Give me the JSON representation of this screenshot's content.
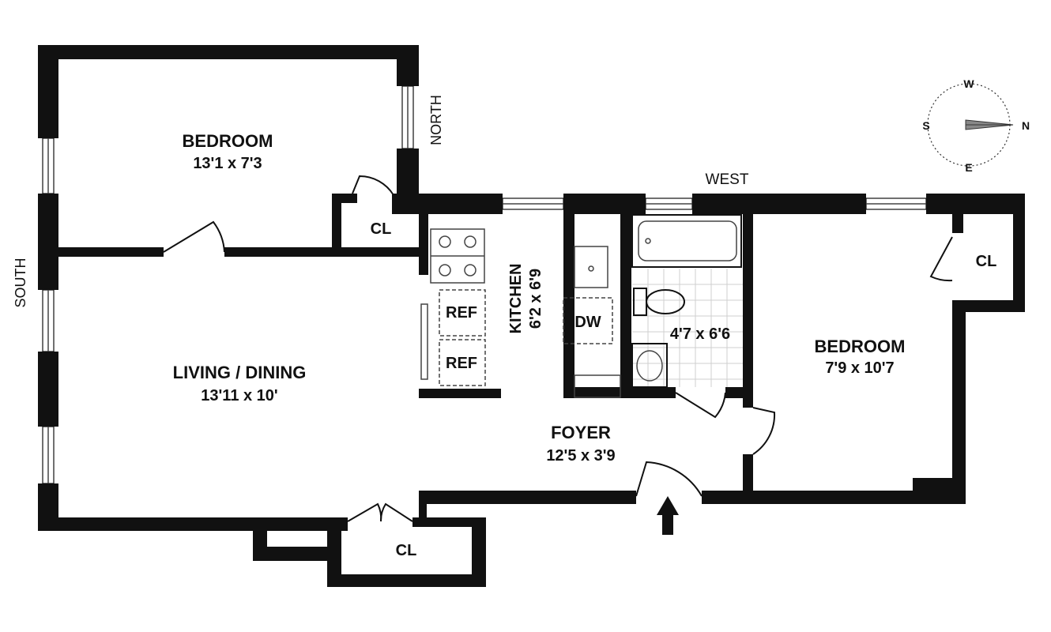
{
  "rooms": {
    "bedroom_north": {
      "name": "BEDROOM",
      "dims": "13'1 x 7'3"
    },
    "living": {
      "name": "LIVING / DINING",
      "dims": "13'11 x 10'"
    },
    "kitchen": {
      "name": "KITCHEN",
      "dims": "6'2 x 6'9"
    },
    "bath": {
      "dims": "4'7 x 6'6"
    },
    "bedroom_east": {
      "name": "BEDROOM",
      "dims": "7'9 x 10'7"
    },
    "foyer": {
      "name": "FOYER",
      "dims": "12'5 x 3'9"
    }
  },
  "closets": {
    "top": "CL",
    "right": "CL",
    "bottom": "CL"
  },
  "appliances": {
    "ref1": "REF",
    "ref2": "REF",
    "dishwasher": "DW"
  },
  "directions": {
    "north": "NORTH",
    "south": "SOUTH",
    "west": "WEST"
  },
  "compass": {
    "w": "W",
    "s": "S",
    "n": "N",
    "e": "E"
  }
}
